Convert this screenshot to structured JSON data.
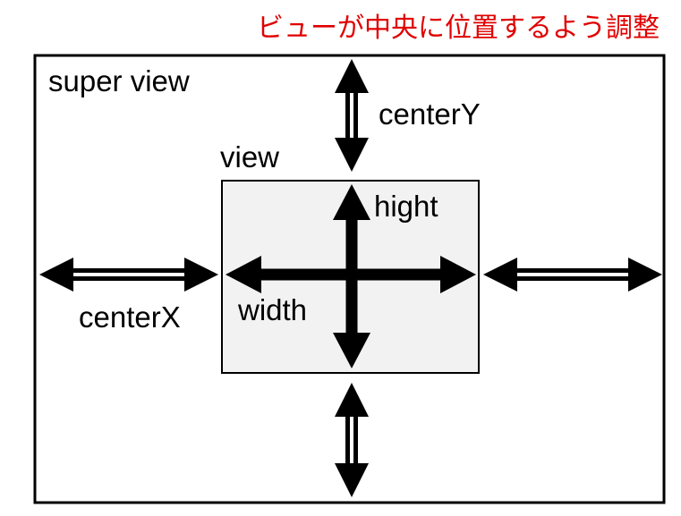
{
  "title": "ビューが中央に位置するよう調整",
  "labels": {
    "super_view": "super view",
    "view": "view",
    "center_y": "centerY",
    "center_x": "centerX",
    "height": "hight",
    "width": "width"
  },
  "colors": {
    "title": "#e00000",
    "view_fill": "#f2f2f2",
    "stroke": "#000000"
  }
}
